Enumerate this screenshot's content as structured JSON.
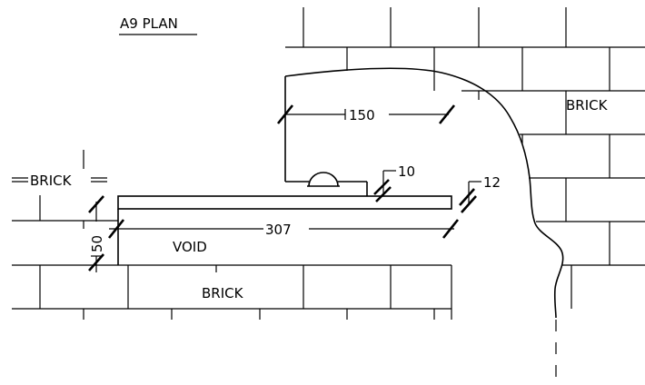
{
  "drawing": {
    "title": "A9 PLAN",
    "labels": {
      "brick_upper_right": "BRICK",
      "brick_left": "BRICK",
      "brick_bottom": "BRICK",
      "void": "VOID"
    },
    "dimensions": {
      "width_top": "150",
      "flashing": "10",
      "gap": "12",
      "overall": "307",
      "depth": "50"
    }
  }
}
